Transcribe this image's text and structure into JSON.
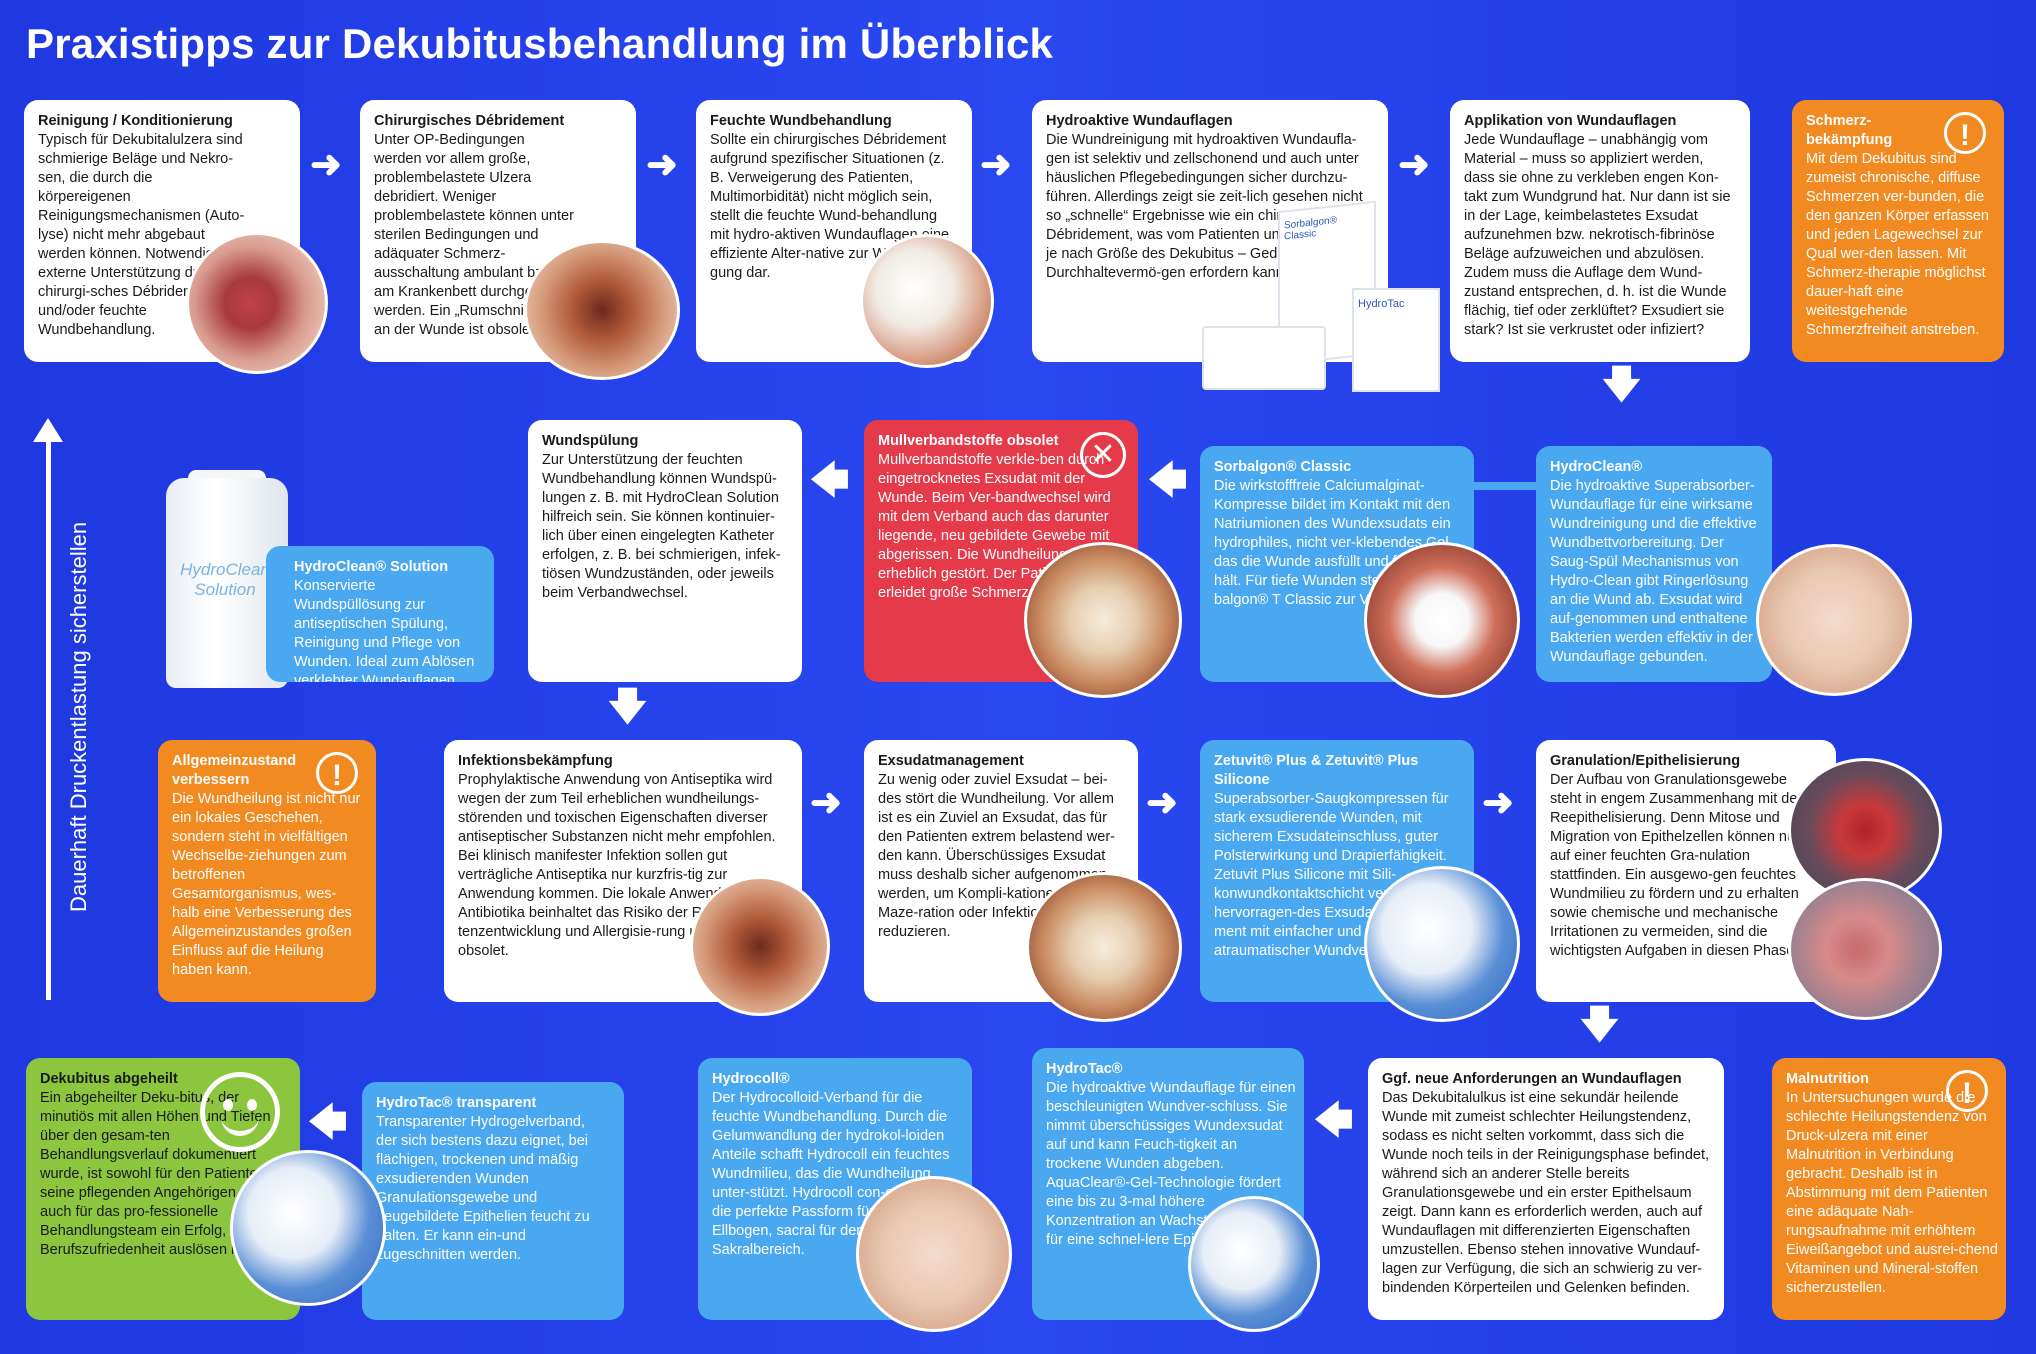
{
  "title": "Praxistipps zur Dekubitusbehandlung im Überblick",
  "side_label": "Dauerhaft Druckentlastung sicherstellen",
  "cards": {
    "reinigung": {
      "heading": "Reinigung / Konditionierung",
      "text": "Typisch für Dekubitalulzera sind schmierige Beläge und Nekro-sen, die durch die körpereigenen Reinigungsmechanismen (Auto-lyse) nicht mehr abgebaut werden können. Notwendig ist externe Unterstützung durch ein chirurgi-sches Débridement und/oder feuchte Wundbehandlung."
    },
    "chirurgisch": {
      "heading": "Chirurgisches Débridement",
      "text": "Unter OP-Bedingungen werden vor allem große, problembelastete Ulzera debridiert. Weniger problembelastete können unter sterilen Bedingungen und adäquater Schmerz-ausschaltung ambulant bzw. am Krankenbett durchgeführt werden. Ein „Rumschnipseln“ an der Wunde ist obsolet."
    },
    "feucht": {
      "heading": "Feuchte Wundbehandlung",
      "text": "Sollte ein chirurgisches Débridement aufgrund spezifischer Situationen (z. B. Verweigerung des Patienten, Multimorbidität) nicht möglich sein, stellt die feuchte Wund-behandlung mit hydro-aktiven Wundauflagen eine effiziente Alter-native zur Wundreini-gung dar."
    },
    "hydroaktiv": {
      "heading": "Hydroaktive Wundauflagen",
      "text": "Die Wundreinigung mit hydroaktiven Wundaufla-gen ist selektiv und zellschonend und auch unter häuslichen Pflegebedingungen sicher durchzu-führen. Allerdings zeigt sie zeit-lich gesehen nicht so „schnelle“ Ergebnisse wie ein chirurgi-sches Débridement, was vom Patienten und Behandler – je nach Größe des Dekubitus – Geduld und Durchhaltevermö-gen erfordern kann."
    },
    "applikation": {
      "heading": "Applikation von Wundauflagen",
      "text": "Jede Wundauflage – unabhängig vom Material – muss so appliziert werden, dass sie ohne zu verkleben engen Kon-takt zum Wundgrund hat. Nur dann ist sie in der Lage, keimbelastetes Exsudat aufzunehmen bzw. nekrotisch-fibrinöse Beläge aufzuweichen und abzulösen. Zudem muss die Auflage dem Wund-zustand entsprechen, d. h. ist die Wunde flächig, tief oder zerklüftet? Exsudiert sie stark? Ist sie verkrustet oder infiziert?"
    },
    "schmerz": {
      "heading": "Schmerz-bekämpfung",
      "text": "Mit dem Dekubitus sind zumeist chronische, diffuse Schmerzen ver-bunden, die den ganzen Körper erfassen und jeden Lagewechsel zur Qual wer-den lassen. Mit Schmerz-therapie möglichst dauer-haft eine weitestgehende Schmerzfreiheit anstreben."
    },
    "wundspuelung": {
      "heading": "Wundspülung",
      "text": "Zur Unterstützung der feuchten Wundbehandlung können Wundspü-lungen z. B. mit HydroClean Solution hilfreich sein. Sie können kontinuier-lich über einen eingelegten Katheter erfolgen, z. B. bei schmierigen, infek-tiösen Wundzuständen, oder jeweils beim Verbandwechsel."
    },
    "mull": {
      "heading": "Mullverbandstoffe obsolet",
      "text": "Mullverbandstoffe verkle-ben durch eingetrocknetes Exsudat mit der Wunde. Beim Ver-bandwechsel wird mit dem Verband auch das darunter liegende, neu gebildete Gewebe mit abgerissen. Die Wundheilung wird erheblich gestört. Der Patient erleidet große Schmerzen."
    },
    "sorbalgon": {
      "heading": "Sorbalgon® Classic",
      "text": "Die wirkstofffreie Calciumalginat-Kompresse bildet im Kontakt mit den Natriumionen des Wundexsudats ein hydrophiles, nicht ver-klebendes Gel, das die Wunde ausfüllt und feucht hält. Für tiefe Wunden steht Sor-balgon® T Classic zur Verfügung."
    },
    "hydroclean": {
      "heading": "HydroClean®",
      "text": "Die hydroaktive Superabsorber-Wundauflage für eine wirksame Wundreinigung und die effektive Wundbettvorbereitung. Der Saug-Spül Mechanismus von Hydro-Clean gibt Ringerlösung an die Wund ab. Exsudat wird auf-genommen und enthaltene Bakterien werden effektiv in der Wundauflage gebunden."
    },
    "hydroclean_solution": {
      "heading": "HydroClean® Solution",
      "text": "Konservierte Wundspüllösung zur antiseptischen Spülung, Reinigung und Pflege von Wunden. Ideal zum Ablösen verklebter Wundauflagen."
    },
    "allgemein": {
      "heading": "Allgemeinzustand verbessern",
      "text": "Die Wundheilung ist nicht nur ein lokales Geschehen, sondern steht in vielfältigen Wechselbe-ziehungen zum betroffenen Gesamtorganismus, wes-halb eine Verbesserung des Allgemeinzustandes großen Einfluss auf die Heilung haben kann."
    },
    "infektion": {
      "heading": "Infektionsbekämpfung",
      "text": "Prophylaktische Anwendung von Antiseptika wird wegen der zum Teil erheblichen wundheilungs-störenden und toxischen Eigenschaften diverser antiseptischer Substanzen nicht mehr empfohlen. Bei klinisch manifester Infektion sollen gut verträgliche Antiseptika nur kurzfris-tig zur Anwendung kommen. Die lokale Anwendung von Antibiotika beinhaltet das Risiko der Resis-tenzentwicklung und Allergisie-rung und gilt als obsolet."
    },
    "exsudat": {
      "heading": "Exsudatmanagement",
      "text": "Zu wenig oder zuviel Exsudat – bei-des stört die Wundheilung. Vor allem ist es ein Zuviel an Exsudat, das für den Patienten extrem belastend wer-den kann. Überschüssiges Exsudat muss deshalb sicher aufgenommen werden, um Kompli-kationen wie Maze-ration oder Infektion zu reduzieren."
    },
    "zetuvit": {
      "heading": "Zetuvit® Plus & Zetuvit® Plus Silicone",
      "text": "Superabsorber-Saugkompressen für stark exsudierende Wunden, mit sicherem Exsudateinschluss, guter Polsterwirkung und Drapierfähigkeit. Zetuvit Plus Silicone mit Sili-konwundkontaktschicht vereint hervorragen-des Exsudatmanage-ment mit einfacher und atraumatischer Wundversorgung."
    },
    "granulation": {
      "heading": "Granulation/Epithelisierung",
      "text": "Der Aufbau von Granulationsgewebe steht in engem Zusammenhang mit der Reepithelisierung. Denn Mitose und Migration von Epithelzellen können nur auf einer feuchten Gra-nulation stattfinden. Ein ausgewo-gen feuchtes Wundmilieu zu fördern und zu erhalten sowie chemische und mechanische Irritationen zu vermeiden, sind die wichtigsten Aufgaben in diesen Phasen."
    },
    "abgeheilt": {
      "heading": "Dekubitus abgeheilt",
      "text": "Ein abgeheilter Deku-bitus, der minutiös mit allen Höhen und Tiefen über den gesam-ten Behandlungsverlauf dokumentiert wurde, ist sowohl für den Patienten, seine pflegenden Angehörigen als auch für das pro-fessionelle Behandlungsteam ein Erfolg, der tiefe Berufszufriedenheit auslösen kann."
    },
    "hydrotac_transparent": {
      "heading": "HydroTac® transparent",
      "text": "Transparenter Hydrogelverband, der sich bestens dazu eignet, bei flächigen, trockenen und mäßig exsudierenden Wunden Granulationsgewebe und neugebildete Epithelien feucht zu halten. Er kann ein-und zugeschnitten werden."
    },
    "hydrocoll": {
      "heading": "Hydrocoll®",
      "text": "Der Hydrocolloid-Verband für die feuchte Wundbehandlung. Durch die Gelumwandlung der hydrokol-loiden Anteile schafft Hydrocoll ein feuchtes Wundmilieu, das die Wundheilung unter-stützt. Hydrocoll con-cave hat die perfekte Passform für Ferse / Ellbogen, sacral für den Sakralbereich."
    },
    "hydrotac": {
      "heading": "HydroTac®",
      "text": "Die hydroaktive Wundauflage für einen beschleunigten Wundver-schluss. Sie nimmt überschüssiges Wundexsudat auf und kann Feuch-tigkeit an trockene Wunden abgeben. AquaClear®-Gel-Technologie fördert eine bis zu 3-mal höhere Konzentration an Wachstumsfakto-ren für eine schnel-lere Epithelisierung."
    },
    "neue": {
      "heading": "Ggf. neue Anforderungen an Wundauflagen",
      "text": "Das Dekubitalulkus ist eine sekundär heilende Wunde mit zumeist schlechter Heilungstendenz, sodass es nicht selten vorkommt, dass sich die Wunde noch teils in der Reinigungsphase befindet, während sich an anderer Stelle bereits Granulationsgewebe und ein erster Epithelsaum zeigt. Dann kann es erforderlich werden, auch auf Wundauflagen mit differenzierten Eigenschaften umzustellen. Ebenso stehen innovative Wundauf-lagen zur Verfügung, die sich an schwierig zu ver-bindenden Körperteilen und Gelenken befinden."
    },
    "malnutrition": {
      "heading": "Malnutrition",
      "text": "In Untersuchungen wurde die schlechte Heilungstendenz von Druck-ulzera mit einer Malnutrition in Verbindung gebracht. Deshalb ist in Abstimmung mit dem Patienten eine adäquate Nah-rungsaufnahme mit erhöhtem Eiweißangebot und ausrei-chend Vitaminen und Mineral-stoffen sicherzustellen."
    }
  },
  "product_labels": {
    "bottle": "HydroClean Solution",
    "box_sorbalgon": "Sorbalgon® Classic",
    "box_hydrotac": "HydroTac"
  },
  "colors": {
    "background": "#2340e8",
    "white_card": "#ffffff",
    "product_blue": "#4aa8f0",
    "warning_red": "#e53a4a",
    "tip_orange": "#f28a22",
    "success_green": "#8cc63f"
  },
  "icons": [
    "arrow-right-icon",
    "arrow-left-icon",
    "arrow-down-icon",
    "arrow-up-icon",
    "exclamation-icon",
    "x-icon",
    "smiley-icon"
  ]
}
